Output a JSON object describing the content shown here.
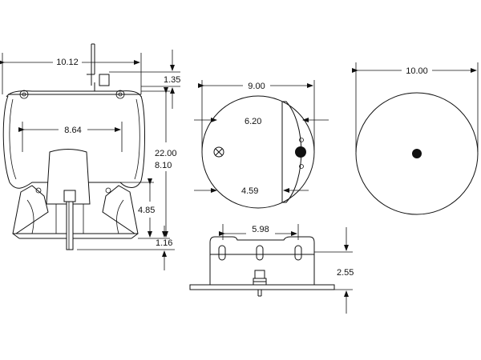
{
  "side_view": {
    "overall_width": "10.12",
    "plate_offset": "1.35",
    "inner_width": "8.64",
    "max_height": "22.00",
    "min_height": "8.10",
    "piston_height": "4.85",
    "stud_length": "1.16"
  },
  "top_plate": {
    "diameter": "9.00",
    "stud_offset_right": "6.20",
    "stud_offset_left": "4.59"
  },
  "bracket": {
    "width": "5.98",
    "height": "2.55"
  },
  "bottom_plate": {
    "diameter": "10.00"
  }
}
